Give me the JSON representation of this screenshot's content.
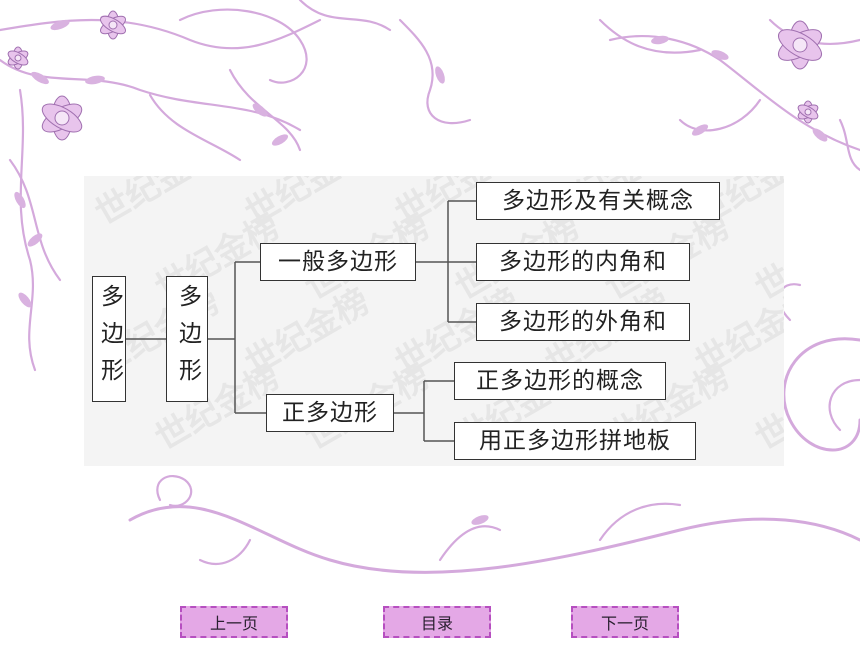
{
  "colors": {
    "panel_bg": "#f4f4f4",
    "line": "#555555",
    "vine": "#c79ad0",
    "flower": "#e0b4e6",
    "button_bg": "#e4a8e6",
    "button_border": "#b64fc0"
  },
  "watermark_text": "世纪金榜",
  "diagram": {
    "root": "多边形",
    "sub": "多边形",
    "branch_general": "一般多边形",
    "branch_regular": "正多边形",
    "general_items": [
      "多边形及有关概念",
      "多边形的内角和",
      "多边形的外角和"
    ],
    "regular_items": [
      "正多边形的概念",
      "用正多边形拼地板"
    ]
  },
  "nav": {
    "prev": "上一页",
    "toc": "目录",
    "next": "下一页"
  }
}
